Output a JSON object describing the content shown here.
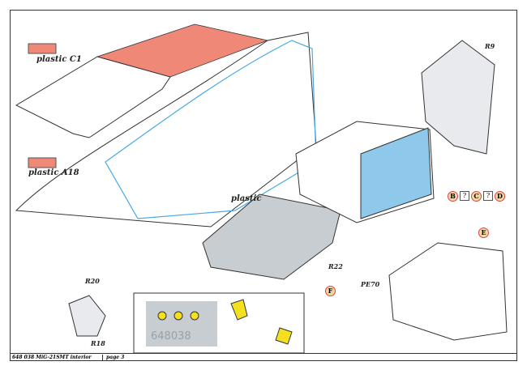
{
  "legend": [
    {
      "label": "plastic C1",
      "color": "#f08878"
    },
    {
      "label": "plastic A18",
      "color": "#f08878"
    }
  ],
  "labels": {
    "plastic": "plastic",
    "r9": "R9",
    "r20": "R20",
    "r18": "R18",
    "r22": "R22",
    "pe70": "PE70",
    "decal": "648038"
  },
  "badges": [
    "B",
    "?",
    "C",
    "?",
    "D",
    "E",
    "F"
  ],
  "footer": {
    "title": "648 038  MiG-21SMT interior",
    "page": "page 3"
  },
  "colors": {
    "highlight": "#f08878",
    "resin": "#4aa8e0",
    "grey": "#c8cdd2",
    "yellow": "#f5e020"
  }
}
